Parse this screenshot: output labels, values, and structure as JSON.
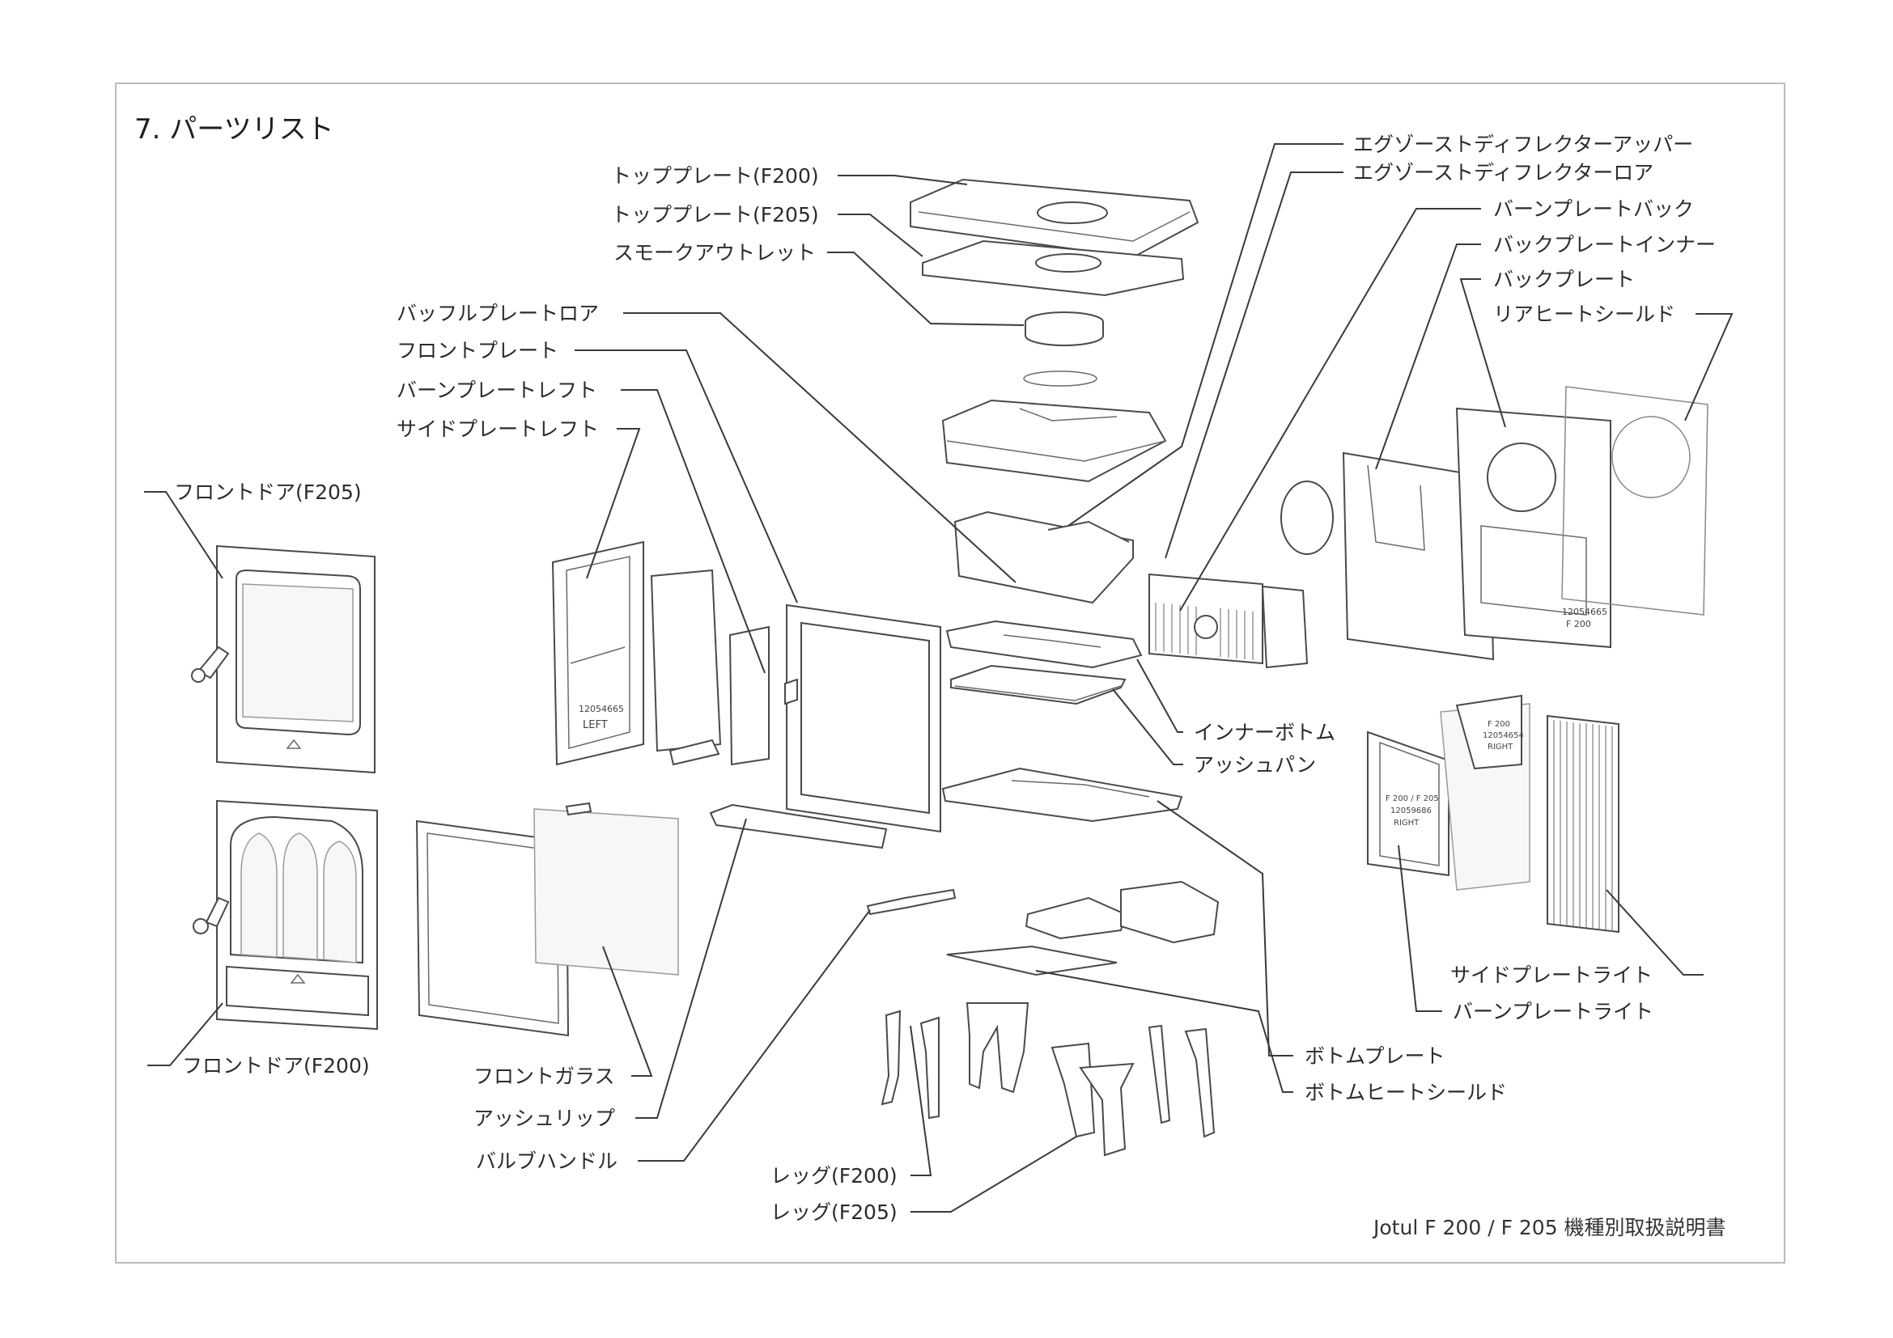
{
  "page_title": "7. パーツリスト",
  "footer": "Jotul F 200 / F 205 機種別取扱説明書",
  "labels": {
    "top_plate_f200": "トッププレート(F200)",
    "top_plate_f205": "トッププレート(F205)",
    "smoke_outlet": "スモークアウトレット",
    "baffle_plate_lower": "バッフルプレートロア",
    "front_plate": "フロントプレート",
    "burn_plate_left": "バーンプレートレフト",
    "side_plate_left": "サイドプレートレフト",
    "front_door_f205": "フロントドア(F205)",
    "front_door_f200": "フロントドア(F200)",
    "front_glass": "フロントガラス",
    "ash_lip": "アッシュリップ",
    "valve_handle": "バルブハンドル",
    "leg_f200": "レッグ(F200)",
    "leg_f205": "レッグ(F205)",
    "exhaust_deflector_upper": "エグゾーストディフレクターアッパー",
    "exhaust_deflector_lower": "エグゾーストディフレクターロア",
    "burn_plate_back": "バーンプレートバック",
    "back_plate_inner": "バックプレートインナー",
    "back_plate": "バックプレート",
    "rear_heat_shield": "リアヒートシールド",
    "inner_bottom": "インナーボトム",
    "ash_pan": "アッシュパン",
    "side_plate_right": "サイドプレートライト",
    "burn_plate_right": "バーンプレートライト",
    "bottom_plate": "ボトムプレート",
    "bottom_heat_shield": "ボトムヒートシールド"
  },
  "part_markings": {
    "left_plate_code": "12054665",
    "left_plate_side": "LEFT",
    "back_plate_code": "12054665",
    "back_plate_model": "F 200",
    "right_plate_model": "F 200",
    "right_plate_code": "12054654",
    "right_plate_side": "RIGHT",
    "burn_right_model": "F 200 / F 205",
    "burn_right_code": "12059686",
    "burn_right_side": "RIGHT"
  },
  "colors": {
    "line": "#3a3a3a",
    "frame": "#bdbdbd",
    "text": "#2b2b2b"
  }
}
